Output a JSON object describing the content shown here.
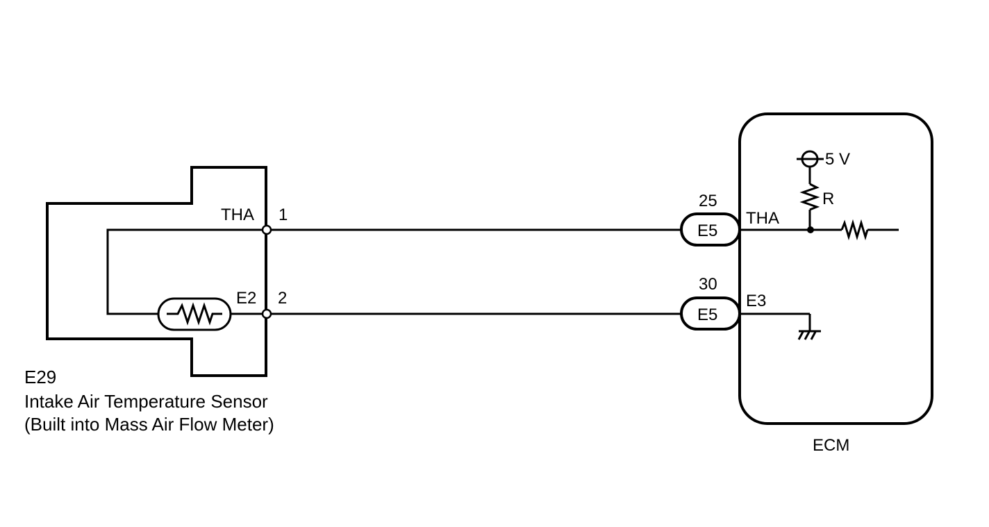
{
  "sensor": {
    "id": "E29",
    "name": "Intake Air Temperature Sensor",
    "note": "(Built into Mass Air Flow Meter)",
    "pin1_signal": "THA",
    "pin1_number": "1",
    "pin2_signal": "E2",
    "pin2_number": "2"
  },
  "connectors": [
    {
      "pin": "25",
      "label": "E5"
    },
    {
      "pin": "30",
      "label": "E5"
    }
  ],
  "ecm": {
    "label": "ECM",
    "thA_label": "THA",
    "e3_label": "E3",
    "supply_voltage": "5 V",
    "resistor_label": "R"
  }
}
